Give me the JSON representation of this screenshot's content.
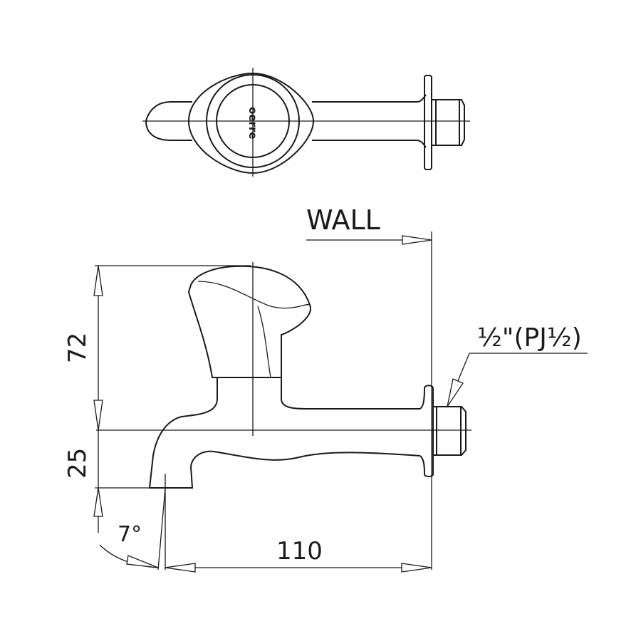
{
  "drawing": {
    "brand_logo": "oerre",
    "wall_label": "WALL",
    "height_dimension": "72",
    "spout_drop_dimension": "25",
    "projection_dimension": "110",
    "spout_angle": "7°",
    "thread_size": "½\"(PJ½)"
  }
}
